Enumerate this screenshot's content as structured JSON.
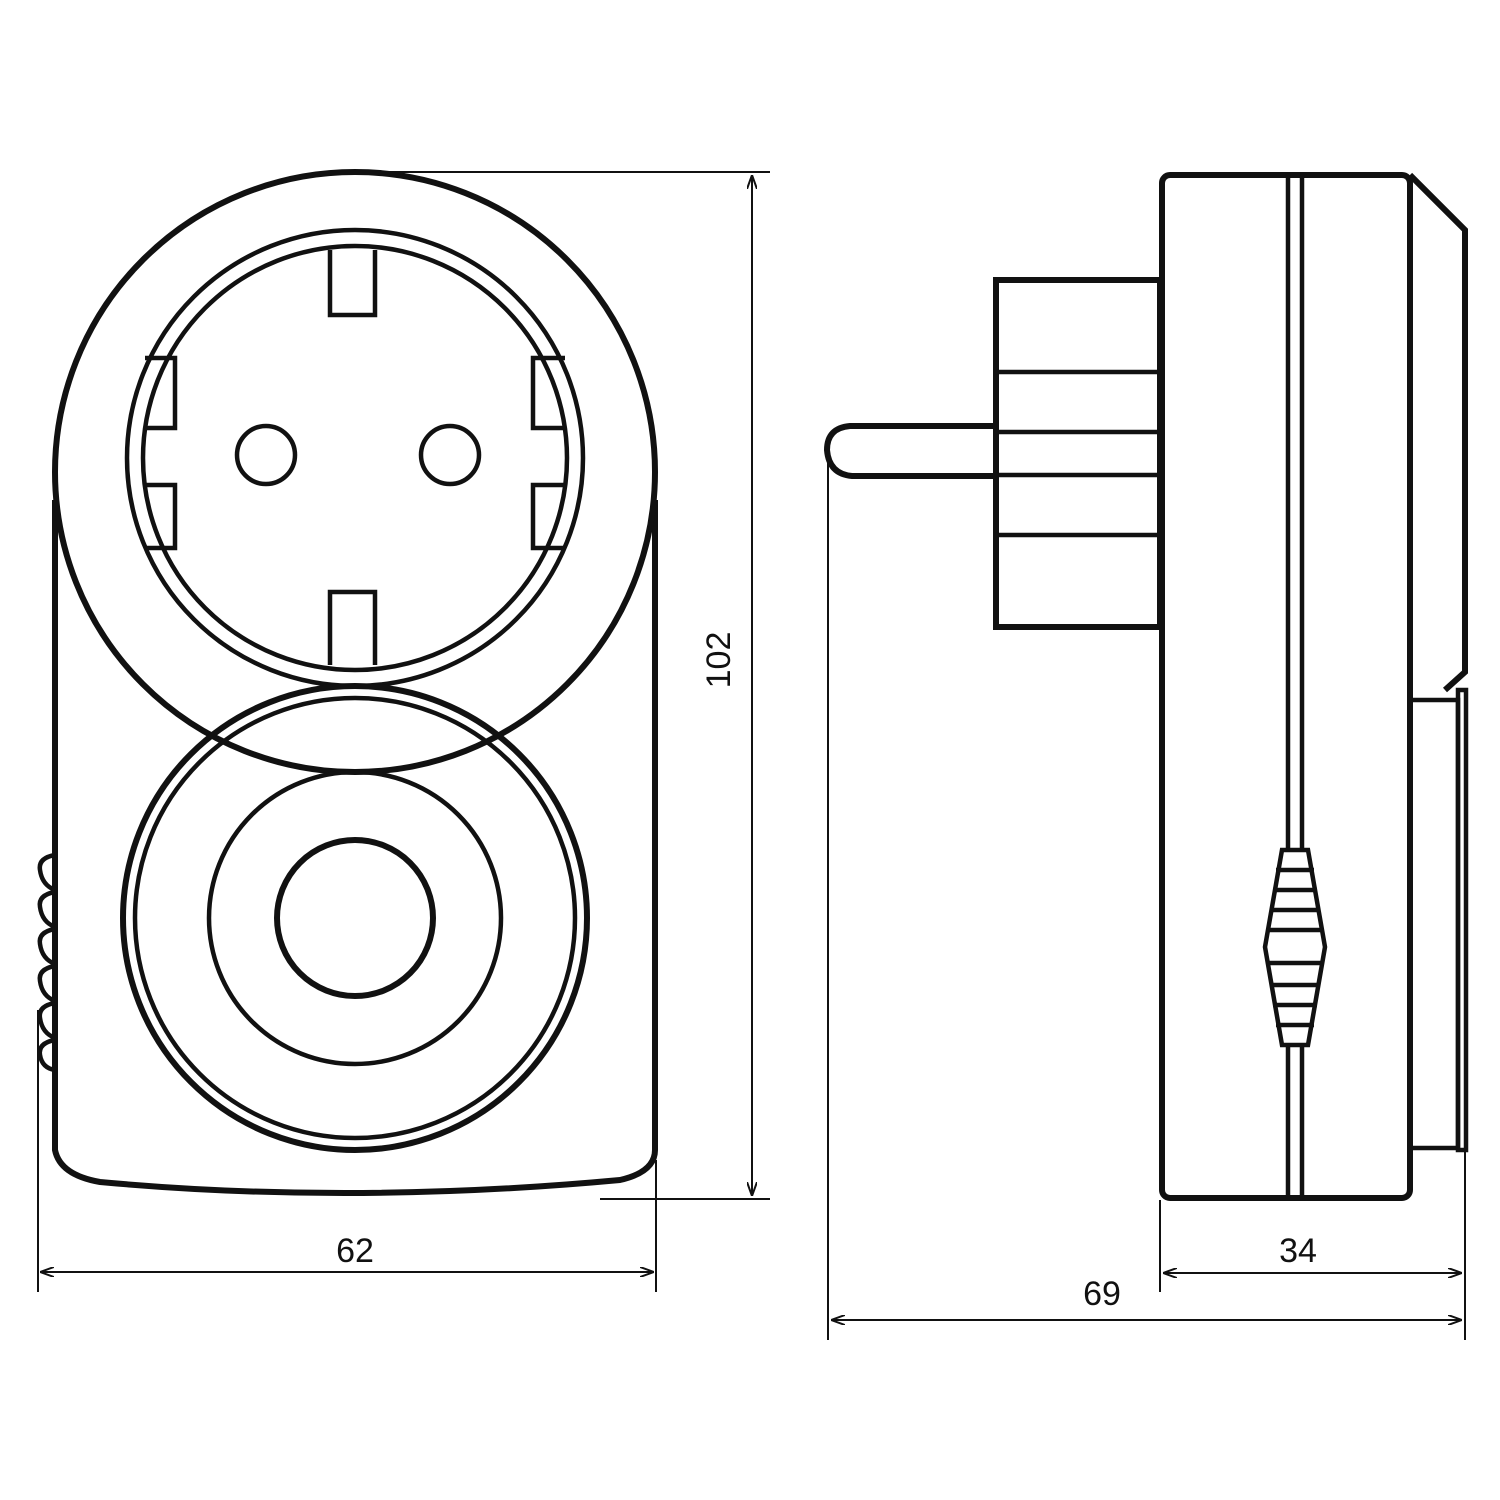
{
  "dimensions": {
    "height": "102",
    "front_width": "62",
    "body_depth": "34",
    "total_depth": "69"
  },
  "colors": {
    "line": "#111111",
    "background": "#ffffff"
  }
}
